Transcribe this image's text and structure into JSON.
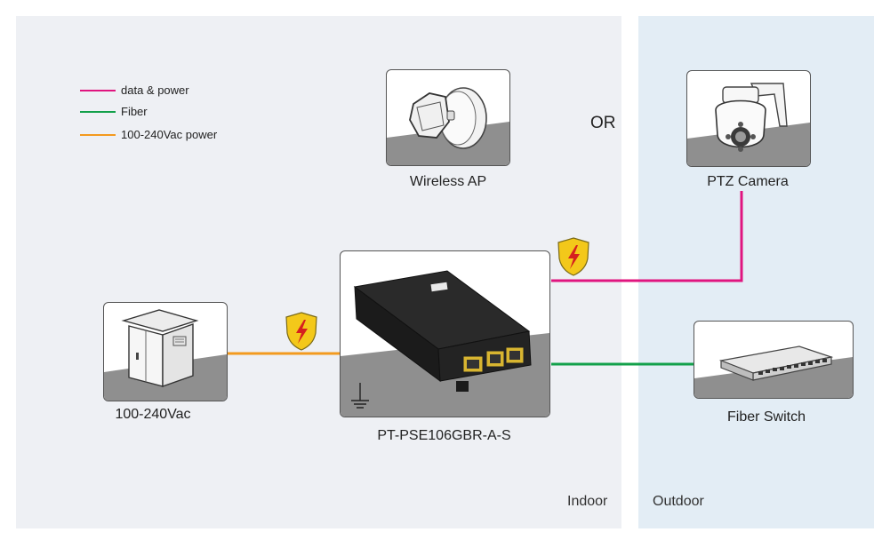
{
  "legend": {
    "items": [
      {
        "label": "data & power",
        "color": "#e0157f"
      },
      {
        "label": "Fiber",
        "color": "#12a04a"
      },
      {
        "label": "100-240Vac power",
        "color": "#f39a1e"
      }
    ]
  },
  "zones": {
    "indoor_label": "Indoor",
    "outdoor_label": "Outdoor"
  },
  "devices": {
    "wireless_ap": {
      "caption": "Wireless AP",
      "icon": "wireless-ap-icon"
    },
    "ptz_camera": {
      "caption": "PTZ Camera",
      "icon": "ptz-camera-icon"
    },
    "power_cabinet": {
      "caption": "100-240Vac",
      "icon": "power-cabinet-icon"
    },
    "poe_injector": {
      "caption": "PT-PSE106GBR-A-S",
      "icon": "poe-injector-icon"
    },
    "fiber_switch": {
      "caption": "Fiber Switch",
      "icon": "fiber-switch-icon"
    }
  },
  "or_text": "OR",
  "colors": {
    "data_power": "#e0157f",
    "fiber": "#12a04a",
    "ac_power": "#f39a1e",
    "surge_shield": "#f3c81a"
  }
}
